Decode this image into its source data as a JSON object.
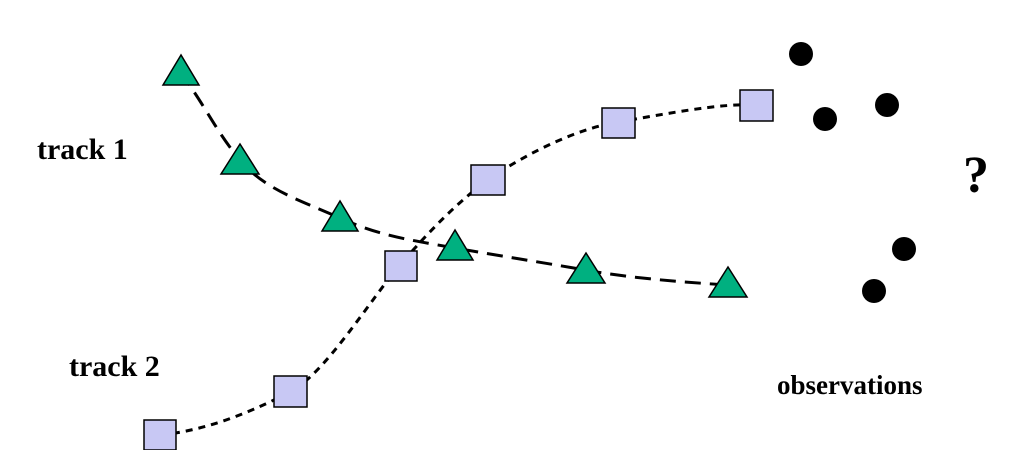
{
  "labels": {
    "track1": "track 1",
    "track2": "track 2",
    "observations": "observations",
    "question": "?"
  },
  "colors": {
    "triangle_fill": "#00b080",
    "square_fill": "#c8c8f4",
    "observation_fill": "#000000",
    "stroke": "#000000"
  },
  "icons": {
    "track1_marker": "triangle-icon",
    "track2_marker": "square-icon",
    "observation_marker": "dot-icon"
  }
}
